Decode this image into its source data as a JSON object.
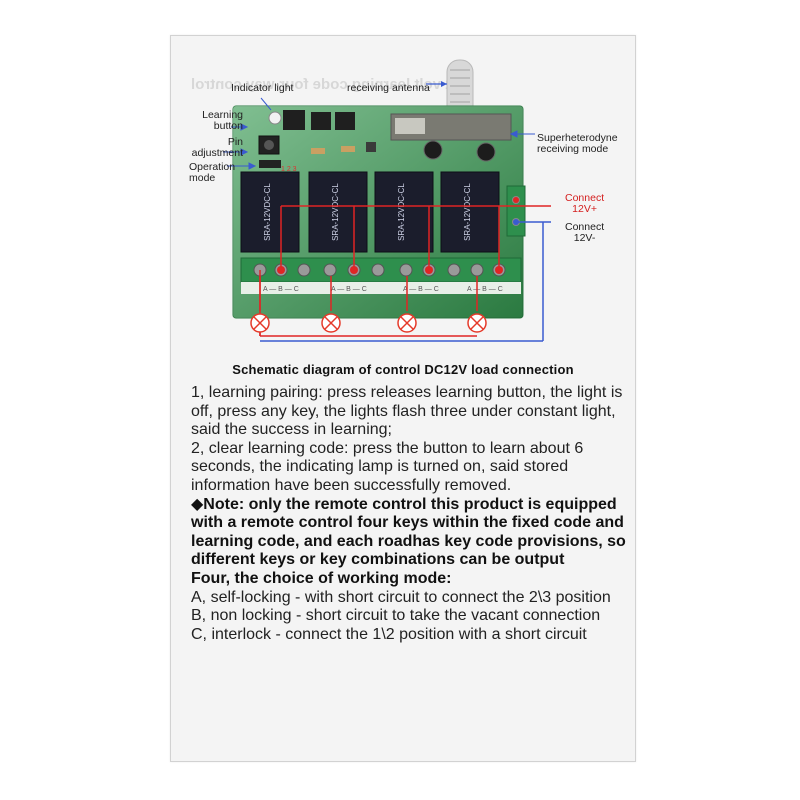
{
  "diagram": {
    "labels": {
      "indicator_light": "Indicator light",
      "receiving_antenna": "receiving antenna",
      "learning_button": "Learning\nbutton",
      "pin_adjustment": "Pin\nadjustment",
      "operation_mode": "Operation\nmode",
      "superheterodyne": "Superheterodyne\nreceiving mode",
      "connect_12v_plus": "Connect\n12V+",
      "connect_12v_minus": "Connect\n12V-"
    },
    "relay_text": [
      "SRA-12VDC-CL",
      "SRA-12VDC-CL",
      "SRA-12VDC-CL",
      "SRA-12VDC-CL"
    ],
    "terminal_text": "A — B — C",
    "colors": {
      "board": "#3c9c56",
      "relay": "#1b1d2c",
      "wire_red": "#e02525",
      "wire_blue": "#3a5bd0",
      "lamp": "#e53a2a"
    }
  },
  "caption": "Schematic diagram of control DC12V load connection",
  "paragraphs": [
    "1, learning pairing: press releases learning button, the light is off, press any key, the lights flash three under constant light, said the success in learning;",
    "2, clear learning code: press the button to learn about 6 seconds, the indicating lamp is turned on, said stored information have been successfully removed."
  ],
  "note": "◆Note: only the remote control this product is equipped with a remote control four keys within the fixed code and learning code, and each roadhas key code provisions, so different keys or key combinations can be output",
  "mode_heading": "Four, the choice of working mode:",
  "modes": [
    "A, self-locking - with short circuit to connect the 2\\3 position",
    "B, non locking - short circuit to take the vacant connection",
    "C, interlock - connect the 1\\2 position with a short circuit"
  ]
}
